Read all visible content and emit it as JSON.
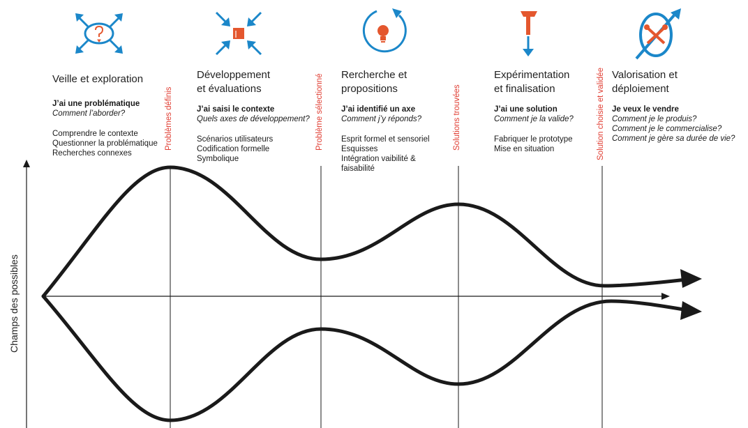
{
  "colors": {
    "blue": "#1b87c9",
    "orange": "#e4572e",
    "red_label": "#e03c31",
    "line": "#1a1a1a"
  },
  "y_axis_label": "Champs des possibles",
  "milestones": [
    "Problèmes définis",
    "Problème sélectionné",
    "Solutions trouvées",
    "Solution choisie et validée"
  ],
  "phases": [
    {
      "icon": "expand-arrows-question-icon",
      "title": "Veille et exploration",
      "question_bold": "J’ai une problématique",
      "question_italic": "Comment l’aborder?",
      "tasks": "Comprendre le contexte\nQuestionner la problématique\nRecherches connexes"
    },
    {
      "icon": "converge-arrows-book-icon",
      "title": "Développement\net évaluations",
      "question_bold": "J’ai saisi le contexte",
      "question_italic": "Quels axes de développement?",
      "tasks": "Scénarios utilisateurs\nCodification formelle\nSymbolique"
    },
    {
      "icon": "lightbulb-cycle-icon",
      "title": "Rercherche et\npropositions",
      "question_bold": "J’ai identifié un axe",
      "question_italic": "Comment j’y réponds?",
      "tasks": "Esprit formel et sensoriel\nEsquisses\nIntégration vaibilité &\nfaisabilité"
    },
    {
      "icon": "hammer-down-arrow-icon",
      "title": "Expérimentation\net finalisation",
      "question_bold": "J’ai une solution",
      "question_italic": "Comment je la valide?",
      "tasks": "Fabriquer le prototype\nMise en situation"
    },
    {
      "icon": "tools-launch-arrow-icon",
      "title": "Valorisation et\ndéploiement",
      "question_bold": "Je veux le vendre",
      "question_italic": "Comment je le produis?\nComment je le commercialise?\nComment je gère sa durée de vie?",
      "tasks": ""
    }
  ]
}
